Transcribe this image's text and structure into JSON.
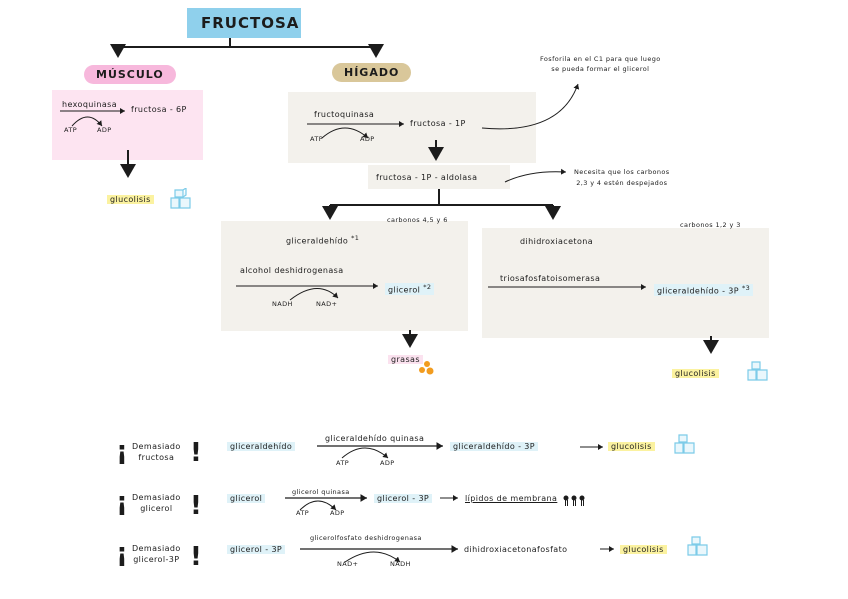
{
  "title": "FRUCTOSA",
  "musculo": {
    "label": "MÚSCULO",
    "enzyme": "hexoquinasa",
    "product": "fructosa - 6P",
    "atp": "ATP",
    "adp": "ADP",
    "result": "glucolisis"
  },
  "higado": {
    "label": "HÍGADO",
    "enzyme": "fructoquinasa",
    "product": "fructosa - 1P",
    "atp": "ATP",
    "adp": "ADP",
    "note1_line1": "Fosforila en el C1 para que luego",
    "note1_line2": "se pueda formar el glicerol",
    "aldolasa": "fructosa - 1P - aldolasa",
    "note2_line1": "Necesita que los carbonos",
    "note2_line2": "2,3 y 4 estén despejados"
  },
  "left_branch": {
    "carbons": "carbonos 4,5 y 6",
    "start": "gliceraldehído",
    "start_sup": "*1",
    "enzyme": "alcohol deshidrogenasa",
    "nadh": "NADH",
    "nad": "NAD+",
    "product": "glicerol",
    "product_sup": "*2",
    "result": "grasas"
  },
  "right_branch": {
    "carbons": "carbonos 1,2 y 3",
    "start": "dihidroxiacetona",
    "enzyme": "triosafosfatoisomerasa",
    "product": "gliceraldehído - 3P",
    "product_sup": "*3",
    "result": "glucolisis"
  },
  "bottom": {
    "rows": [
      {
        "label1": "Demasiado",
        "label2": "fructosa",
        "start": "gliceraldehído",
        "enzyme": "gliceraldehído quinasa",
        "c1": "ATP",
        "c2": "ADP",
        "product": "gliceraldehído - 3P",
        "result": "glucolisis"
      },
      {
        "label1": "Demasiado",
        "label2": "glicerol",
        "start": "glicerol",
        "enzyme": "glicerol quinasa",
        "c1": "ATP",
        "c2": "ADP",
        "product": "glicerol - 3P",
        "result": "lípidos de membrana"
      },
      {
        "label1": "Demasiado",
        "label2": "glicerol-3P",
        "start": "glicerol - 3P",
        "enzyme": "glicerolfosfato deshidrogenasa",
        "c1": "NAD+",
        "c2": "NADH",
        "product": "dihidroxiacetonafosfato",
        "result": "glucolisis"
      }
    ]
  },
  "colors": {
    "title": "#8fd0ec",
    "musculo": "#f7b8dc",
    "higado": "#d9c79a",
    "pink_box": "#fde4f1",
    "beige_box": "#f3f1ec",
    "highlight_blue": "#dff2f8",
    "highlight_yellow": "#fbf2a0",
    "ice_cube": "#7ccbe8",
    "fat": "#f29c1f"
  },
  "icons": [
    "ice-cube-icon",
    "fat-droplets-icon",
    "warning-exclamation-icon"
  ]
}
